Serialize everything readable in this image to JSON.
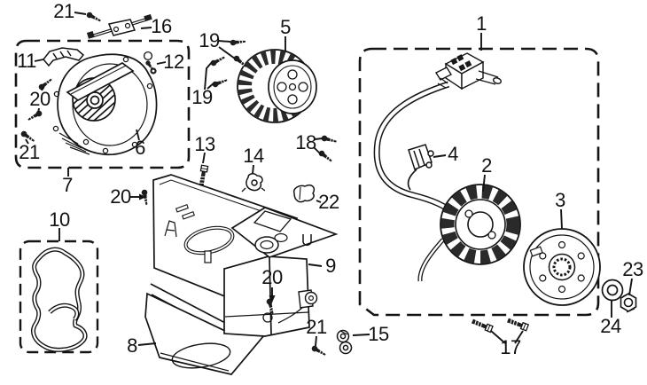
{
  "diagram": {
    "type": "exploded-parts-diagram",
    "subject": "engine magneto, cooling fan and fan cover assembly",
    "background_color": "#ffffff",
    "ink_color": "#141414",
    "labels": [
      {
        "part": "1"
      },
      {
        "part": "2"
      },
      {
        "part": "3"
      },
      {
        "part": "4"
      },
      {
        "part": "5"
      },
      {
        "part": "6"
      },
      {
        "part": "7"
      },
      {
        "part": "8"
      },
      {
        "part": "9"
      },
      {
        "part": "10"
      },
      {
        "part": "11"
      },
      {
        "part": "12"
      },
      {
        "part": "13"
      },
      {
        "part": "14"
      },
      {
        "part": "15"
      },
      {
        "part": "16"
      },
      {
        "part": "17"
      },
      {
        "part": "18"
      },
      {
        "part": "19"
      },
      {
        "part": "19"
      },
      {
        "part": "20"
      },
      {
        "part": "20"
      },
      {
        "part": "20"
      },
      {
        "part": "21"
      },
      {
        "part": "21"
      },
      {
        "part": "21"
      },
      {
        "part": "22"
      },
      {
        "part": "23"
      },
      {
        "part": "24"
      }
    ]
  }
}
